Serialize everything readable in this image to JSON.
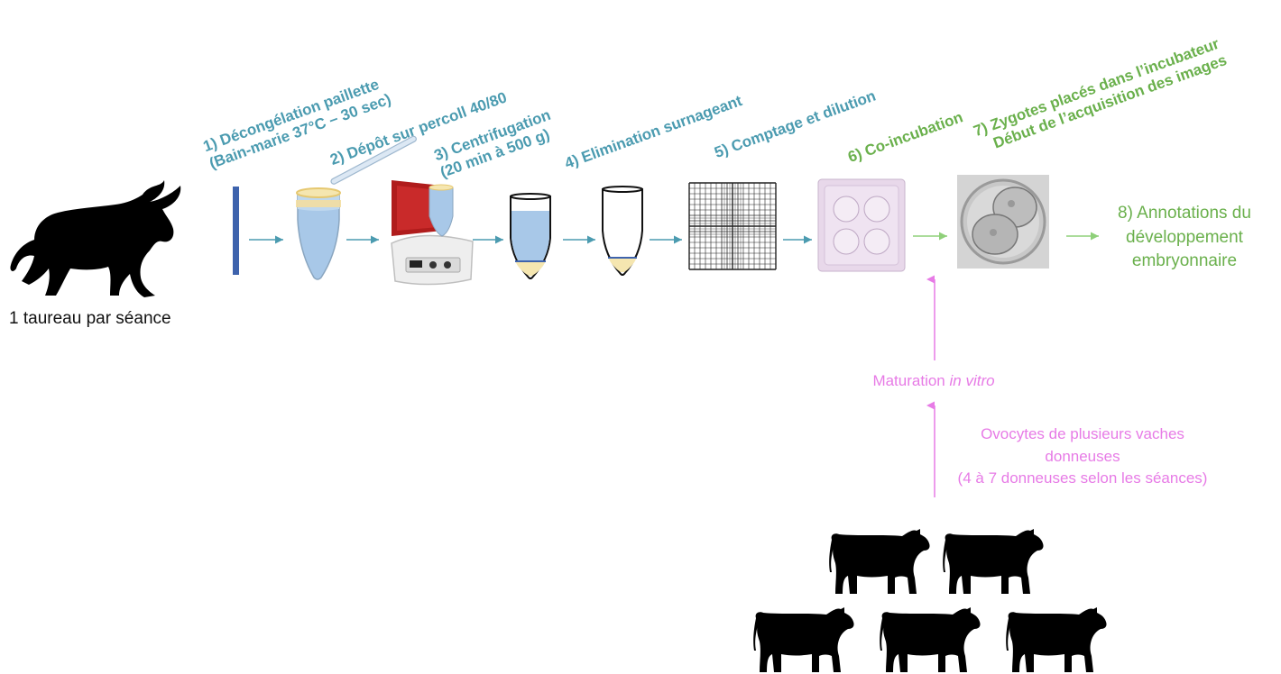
{
  "bull": {
    "caption": "1 taureau par séance",
    "icon": "bull-silhouette-icon"
  },
  "steps": [
    {
      "number": "1)",
      "line1": "1) Décongélation paillette",
      "line2": "(Bain-marie 37°C – 30 sec)",
      "color": "#4b9bb0"
    },
    {
      "line1": "2) Dépôt sur percoll 40/80",
      "color": "#4b9bb0"
    },
    {
      "line1": "3) Centrifugation",
      "line2": "(20 min à 500 g)",
      "color": "#4b9bb0"
    },
    {
      "line1": "4) Elimination surnageant",
      "color": "#4b9bb0"
    },
    {
      "line1": "5) Comptage et dilution",
      "color": "#4b9bb0"
    },
    {
      "line1": "6) Co-incubation",
      "color": "#6ab04c"
    },
    {
      "line1": "7) Zygotes placés dans l’incubateur",
      "line2": "Début de l’acquisition des images",
      "color": "#6ab04c"
    }
  ],
  "final": {
    "line1": "8) Annotations du",
    "line2": "développement",
    "line3": "embryonnaire",
    "color": "#6ab04c"
  },
  "maturation": {
    "prefix": "Maturation ",
    "italic": "in vitro",
    "color": "#e77be6"
  },
  "oocytes": {
    "line1": "Ovocytes de plusieurs vaches",
    "line2": "donneuses",
    "line3": "(4 à 7 donneuses selon les séances)",
    "color": "#e77be6"
  },
  "cows": {
    "icon": "cow-silhouette-icon"
  }
}
